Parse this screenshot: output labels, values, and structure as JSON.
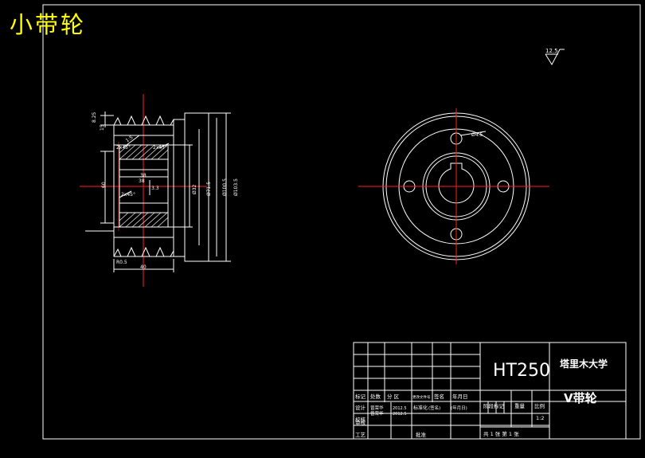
{
  "page_title": "小带轮",
  "colors": {
    "background": "#000000",
    "lines": "#ffffff",
    "centerline": "#ff2020",
    "title": "#ffff00"
  },
  "surface_roughness": "12.5",
  "front_view": {
    "dims_left": [
      "8.25",
      "15"
    ],
    "dim_bore": "60",
    "dim_hub": "38",
    "dim_key": "3.3",
    "chamfer_a": "2x45°",
    "chamfer_b": "2x45°",
    "chamfer_c": "2x45°",
    "dim_top": "1:5",
    "dim_bottom_left": "R0.5",
    "dim_width": "40",
    "diameters": [
      "Ø32",
      "Ø71.5",
      "Ø100.5",
      "Ø103.5"
    ],
    "dim_38": "38"
  },
  "side_view": {
    "hole_label": "Ø4.5"
  },
  "title_block": {
    "material": "HT250",
    "school": "塔里木大学",
    "part_name": "V带轮",
    "row_labels": [
      "标记",
      "设计",
      "校核",
      "审核",
      "工艺"
    ],
    "header_cells": [
      "处数",
      "分 区",
      "更改文件号",
      "签名",
      "年月日"
    ],
    "designer": "曾荣华",
    "designer_date": "2012.5",
    "std_label": "标准化",
    "checker": "曾荣华",
    "checker_date": "2012.5",
    "sign_cells": [
      "(签名)",
      "(年月日)"
    ],
    "approve": "批准",
    "stage_label": "阶段标记",
    "weight_label": "重量",
    "scale_label": "比例",
    "scale_value": "1:2",
    "sheet_info": "共 1 张  第 1 张"
  }
}
